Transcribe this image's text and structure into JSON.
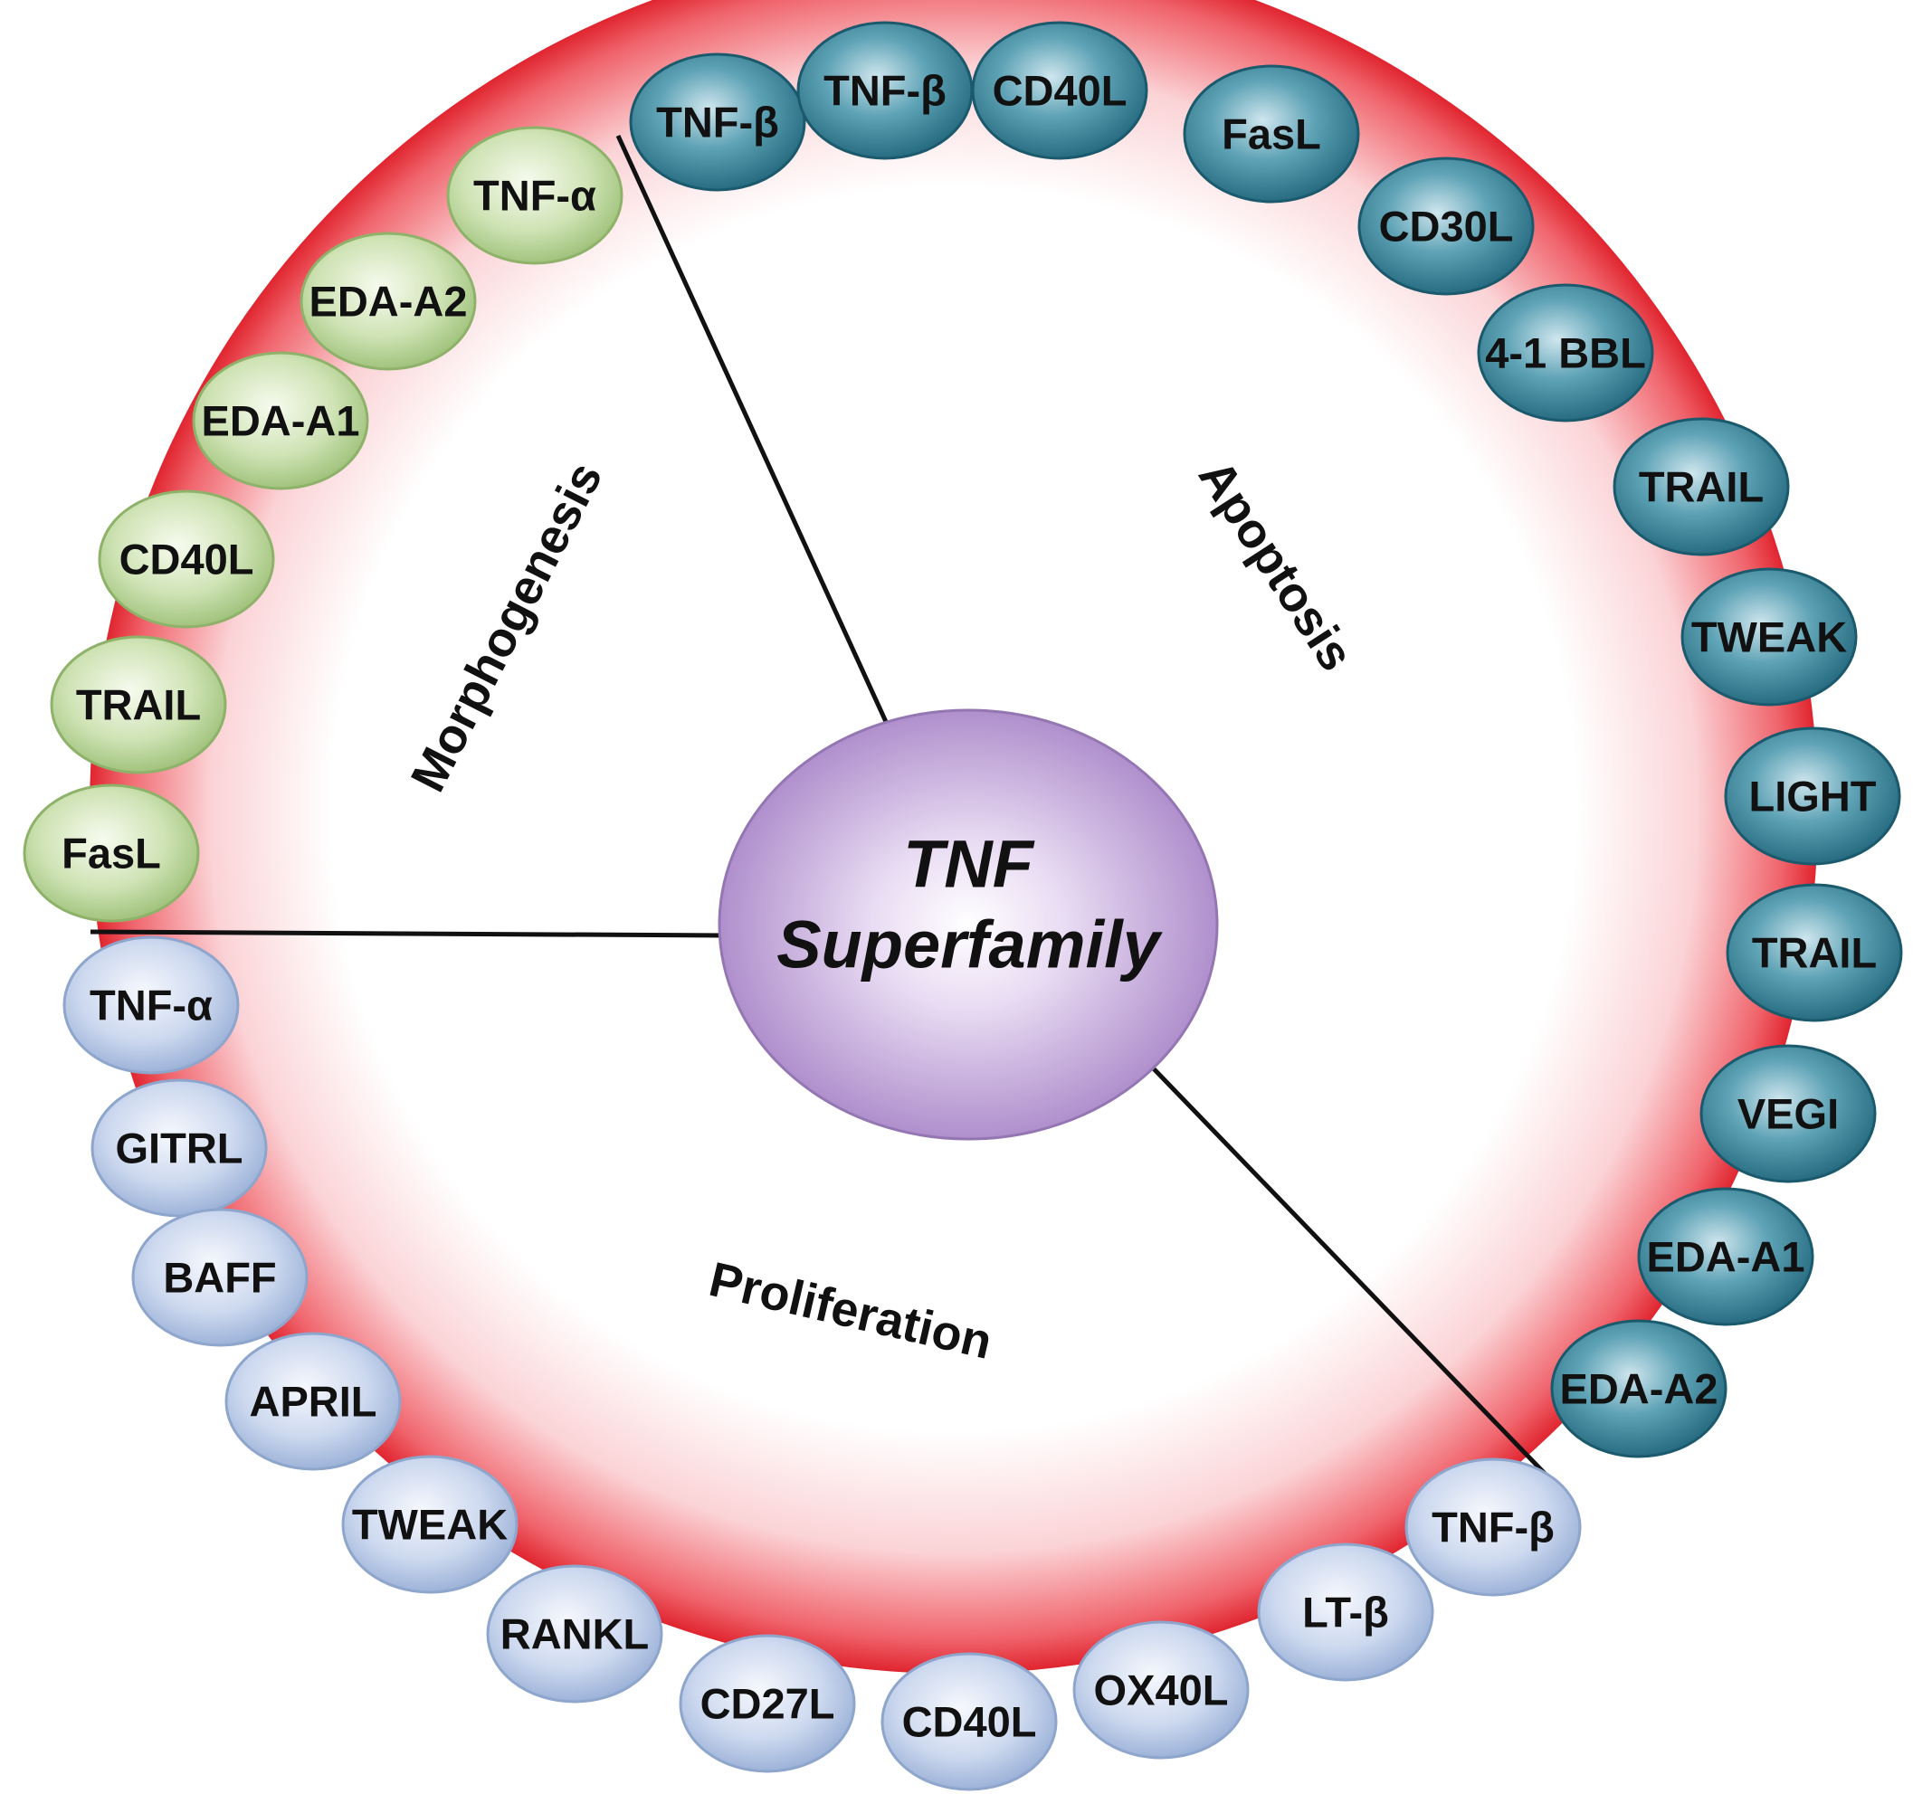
{
  "center": {
    "line1": "TNF",
    "line2": "Superfamily"
  },
  "sections": {
    "morphogenesis": "Morphogenesis",
    "apoptosis": "Apoptosis",
    "proliferation": "Proliferation"
  },
  "colors": {
    "ring": "#e8303a",
    "center_fill": "#b38fd0",
    "apoptosis_node": "#2f7f95",
    "morphogenesis_node": "#b5d394",
    "proliferation_node": "#b8c9e6",
    "divider": "#111111"
  },
  "groups": {
    "apoptosis": [
      "TNF-β",
      "TNF-β",
      "CD40L",
      "FasL",
      "CD30L",
      "4-1 BBL",
      "TRAIL",
      "TWEAK",
      "LIGHT",
      "TRAIL",
      "VEGI",
      "EDA-A1",
      "EDA-A2"
    ],
    "morphogenesis": [
      "TNF-α",
      "EDA-A2",
      "EDA-A1",
      "CD40L",
      "TRAIL",
      "FasL"
    ],
    "proliferation": [
      "TNF-α",
      "GITRL",
      "BAFF",
      "APRIL",
      "TWEAK",
      "RANKL",
      "CD27L",
      "CD40L",
      "OX40L",
      "LT-β",
      "TNF-β"
    ]
  }
}
